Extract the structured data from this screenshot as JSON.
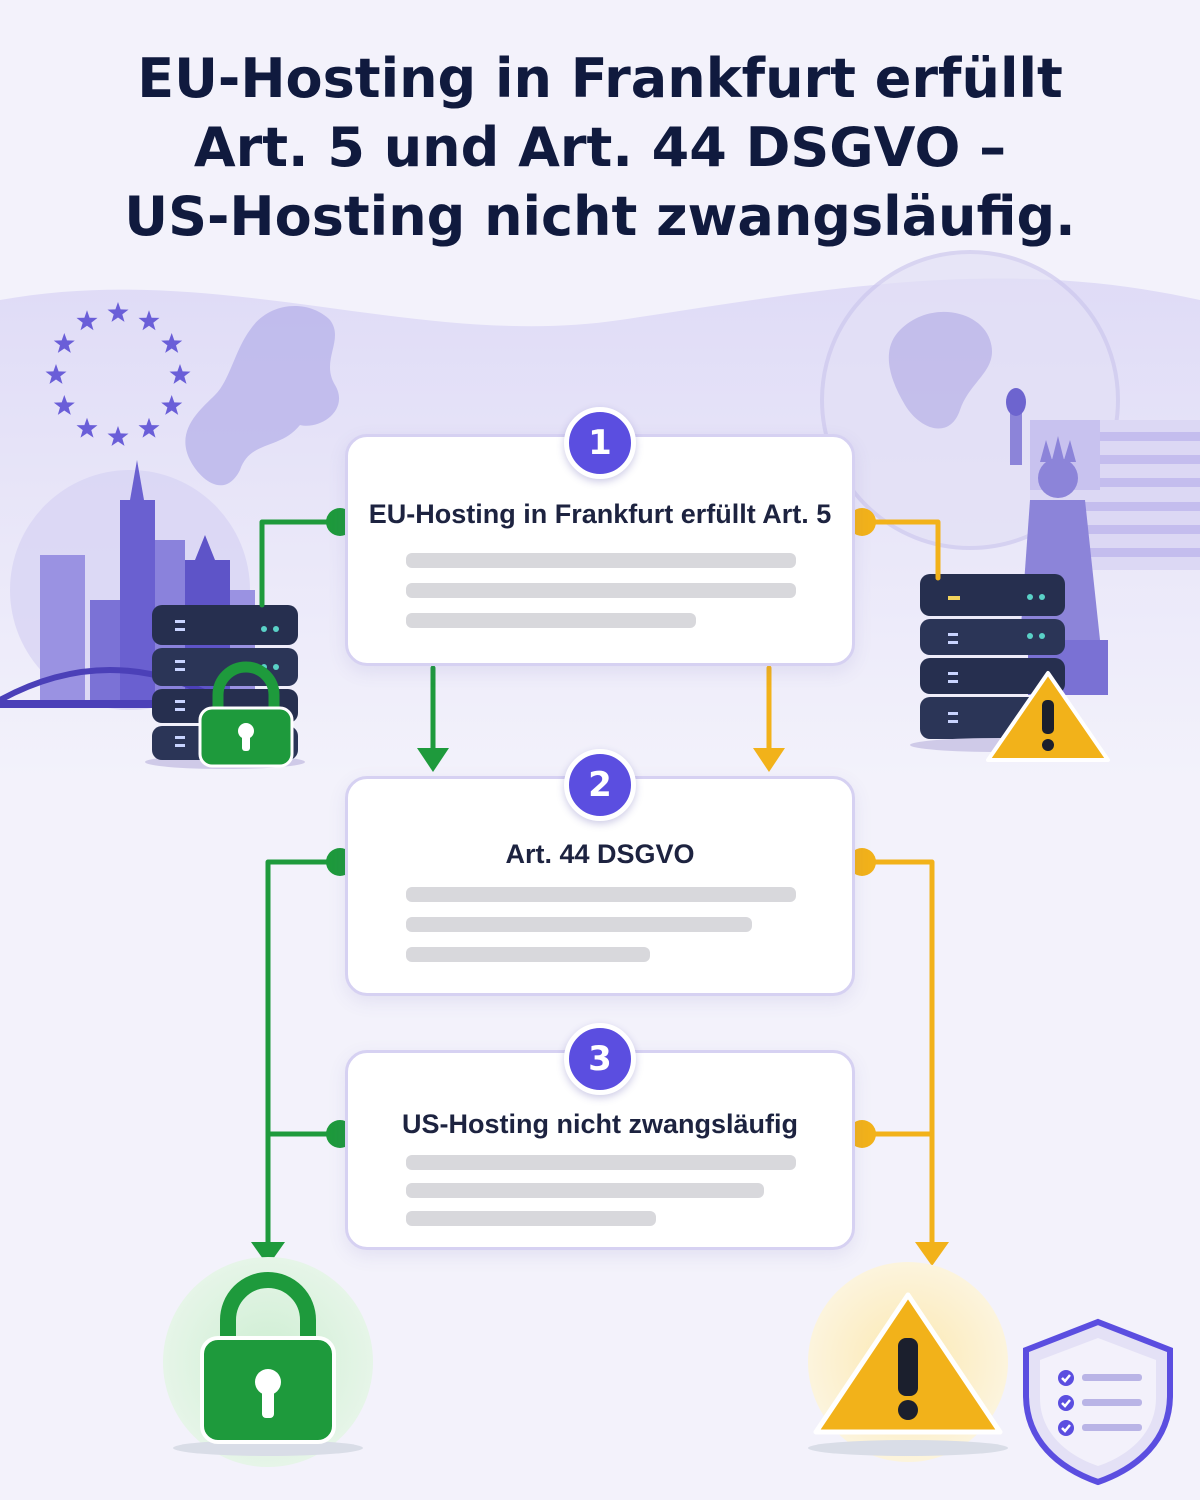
{
  "title": {
    "line1": "EU-Hosting in Frankfurt erfüllt",
    "line2": "Art. 5 und Art. 44 DSGVO –",
    "line3": "US-Hosting nicht zwangsläufig."
  },
  "steps": [
    {
      "number": "1",
      "heading": "EU-Hosting in Frankfurt erfüllt Art. 5"
    },
    {
      "number": "2",
      "heading": "Art. 44 DSGVO"
    },
    {
      "number": "3",
      "heading": "US-Hosting nicht zwangsläufig"
    }
  ],
  "colors": {
    "eu_path": "#1e9a3c",
    "us_path": "#f2b21a",
    "badge": "#5b4ee0",
    "title": "#101a3e",
    "server": "#262f4f"
  },
  "icons": {
    "left_top": [
      "eu-stars-icon",
      "europe-map-icon",
      "frankfurt-skyline-icon",
      "server-rack-icon",
      "padlock-icon"
    ],
    "right_top": [
      "globe-icon",
      "us-flag-icon",
      "statue-of-liberty-icon",
      "server-rack-icon",
      "warning-triangle-icon"
    ],
    "bottom": [
      "padlock-icon",
      "warning-triangle-icon",
      "shield-checklist-icon"
    ]
  }
}
